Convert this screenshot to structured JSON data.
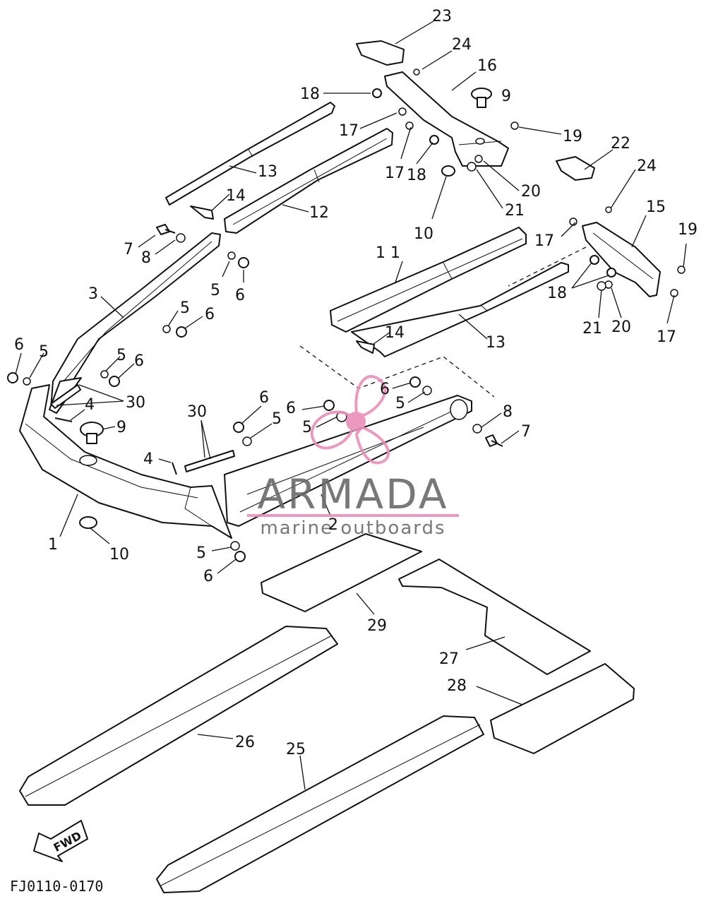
{
  "diagram_code": "FJ0110-0170",
  "fwd_label": "FWD",
  "watermark": {
    "brand": "ARMADA",
    "tagline": "marine outboards",
    "accent_color": "#e98fb8",
    "text_color": "#6a6a6a",
    "icon": "propeller-logo-icon"
  },
  "callouts": {
    "c1": "1",
    "c2": "2",
    "c3": "3",
    "c4a": "4",
    "c4b": "4",
    "c5a": "5",
    "c5b": "5",
    "c5c": "5",
    "c5d": "5",
    "c5e": "5",
    "c5f": "5",
    "c5g": "5",
    "c5h": "5",
    "c6a": "6",
    "c6b": "6",
    "c6c": "6",
    "c6d": "6",
    "c6e": "6",
    "c6f": "6",
    "c6g": "6",
    "c6h": "6",
    "c7a": "7",
    "c7b": "7",
    "c8a": "8",
    "c8b": "8",
    "c9a": "9",
    "c9b": "9",
    "c10a": "10",
    "c10b": "10",
    "c11": "1 1",
    "c12": "12",
    "c13a": "13",
    "c13b": "13",
    "c14a": "14",
    "c14b": "14",
    "c15": "15",
    "c16": "16",
    "c17a": "17",
    "c17b": "17",
    "c17c": "17",
    "c17d": "17",
    "c18a": "18",
    "c18b": "18",
    "c18c": "18",
    "c19a": "19",
    "c19b": "19",
    "c20a": "20",
    "c20b": "20",
    "c21a": "21",
    "c21b": "21",
    "c22": "22",
    "c23": "23",
    "c24a": "24",
    "c24b": "24",
    "c25": "25",
    "c26": "26",
    "c27": "27",
    "c28": "28",
    "c29": "29",
    "c30a": "30",
    "c30b": "30"
  }
}
